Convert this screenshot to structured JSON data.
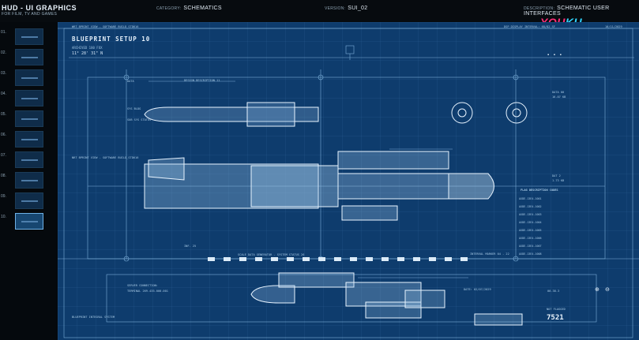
{
  "header": {
    "title": "HUD - UI GRAPHICS",
    "subtitle": "FOR FILM, TV AND GAMES",
    "category_label": "CATEGORY:",
    "category_value": "SCHEMATICS",
    "version_label": "VERSION:",
    "version_value": "SUI_02",
    "description_label": "DESCRIPTION:",
    "description_value": "SCHEMATIC USER INTERFACES",
    "watermark_a": "YOU",
    "watermark_b": "KU"
  },
  "sidebar": {
    "items": [
      {
        "num": "01."
      },
      {
        "num": "02."
      },
      {
        "num": "03."
      },
      {
        "num": "04."
      },
      {
        "num": "05."
      },
      {
        "num": "06."
      },
      {
        "num": "07."
      },
      {
        "num": "08."
      },
      {
        "num": "09."
      },
      {
        "num": "10."
      }
    ],
    "active_index": 9
  },
  "blueprint": {
    "top_left_label": "WRT BPRINT VIEW - SOFTWARE BUILD_STD616",
    "top_right_label": "DSP DISPLAY INTERVAL: 68/82 SF",
    "date_label": "10/11/2029",
    "title": "BLUEPRINT SETUP 10",
    "archive_label": "ARCHIVED 180 FOX",
    "coords": "11° 28' 31\" N",
    "icons": "▪ ▪ ▪",
    "callout_top": "DESIGN DESCRIPTION 11",
    "callout_mid": "NRT BPRINT VIEW - SOFTWARE BUILD_STD616",
    "label_data": "DATA",
    "label_sys": "SYS BLDG",
    "label_sub": "SUB SYS STATUS",
    "label_inf": "INF. 25",
    "right_readout_1": "DATA 00",
    "right_readout_2": "16.07 KB",
    "right_readout_3": "DAT 2",
    "right_readout_4": "1.73 KB",
    "flag_title": "FLAG DESCRIPTION CODES",
    "flag_rows": [
      "AXDE-13E4-1001",
      "AXDE-13E4-1002",
      "AXDE-13E4-1003",
      "AXDE-13E4-1004",
      "AXDE-13E4-1005",
      "AXDE-13E4-1006",
      "AXDE-13E4-1007",
      "AXDE-13E4-1008"
    ],
    "scale_label": "SCALE DATA GENERATOR - SYSTEM STATUS 26",
    "interval_label": "INTERVAL MARKER 04 - 22",
    "server_label": "SERVER CONNECTION:",
    "terminal_label": "TERMINAL 269.435.000.001",
    "date_stamp": "DATE: 02/07/2029",
    "bottom_counter": "00.38.3",
    "bottom_left": "BLUEPRINT INTEGRAL SYSTEM",
    "bottom_right_small": "NOT FLAGGED",
    "big_value": "7521",
    "zoom_in": "⊕",
    "zoom_out": "⊖"
  }
}
